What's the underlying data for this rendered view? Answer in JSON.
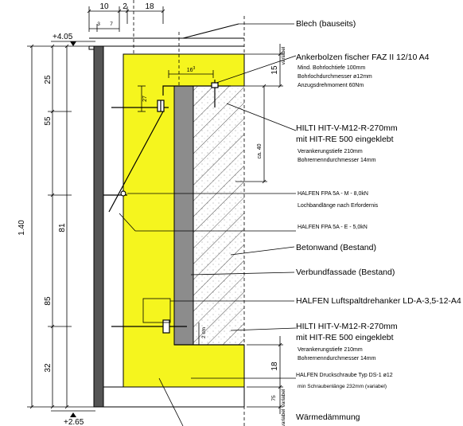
{
  "dims_top": {
    "d10": "10",
    "d2": "2",
    "d18": "18",
    "d3": "3",
    "d7": "7"
  },
  "levels": {
    "top": "+4.05",
    "bottom": "+2.65"
  },
  "dims_left": {
    "total": "1.40",
    "d25": "25",
    "d55": "55",
    "d81": "81",
    "d85": "85",
    "d32": "32"
  },
  "dims_right": {
    "d15": "15",
    "var1": "variabel",
    "ca40": "ca. 40",
    "d18": "18",
    "d75": "75",
    "var2": "variabel",
    "var3": "variabel"
  },
  "dims_inner": {
    "d16": "16",
    "d16sup": "3",
    "d27": "27",
    "d2cm": "2 cm"
  },
  "labels": {
    "blech": "Blech (bauseits)",
    "anker_title": "Ankerbolzen fischer FAZ II 12/10 A4",
    "anker_l1": "Mind. Bohrlochtiefe 100mm",
    "anker_l2": "Bohrlochdurchmesser ø12mm",
    "anker_l3": "Anzugsdrehmoment 60Nm",
    "hilti1_title": "HILTI HIT-V-M12-R-270mm",
    "hilti1_sub": "mit HIT-RE 500 eingeklebt",
    "hilti1_l1": "Verankerungstiefe 210mm",
    "hilti1_l2": "Bohrernenndurchmesser 14mm",
    "halfen_m": "HALFEN FPA 5A - M - 8,0kN",
    "halfen_m_sub": "Lochbandlänge nach Erfordernis",
    "halfen_e": "HALFEN FPA 5A - E - 5,0kN",
    "betonwand": "Betonwand (Bestand)",
    "verbund": "Verbundfassade (Bestand)",
    "luftspalt": "HALFEN Luftspaltdrehanker LD-A-3,5-12-A4",
    "hilti2_title": "HILTI HIT-V-M12-R-270mm",
    "hilti2_sub": "mit HIT-RE 500 eingeklebt",
    "hilti2_l1": "Verankerungstiefe 210mm",
    "hilti2_l2": "Bohrernenndurchmesser 14mm",
    "druck_title": "HALFEN Druckschraube Typ DS-1 ø12",
    "druck_sub": "min Schraubenlänge 232mm (variabel)",
    "waerme": "Wärmedämmung"
  },
  "colors": {
    "insulation": "#f5f51e",
    "concrete": "#8c8c8c",
    "panel": "#555555",
    "line": "#000000"
  }
}
